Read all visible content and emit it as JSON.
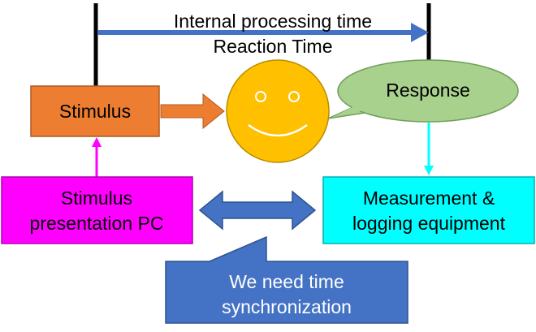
{
  "diagram": {
    "internal_processing_label": "Internal processing time",
    "reaction_time_label": "Reaction Time",
    "stimulus_label": "Stimulus",
    "response_label": "Response",
    "stimulus_pc_label_line1": "Stimulus",
    "stimulus_pc_label_line2": "presentation PC",
    "measurement_label_line1": "Measurement &",
    "measurement_label_line2": "logging equipment",
    "callout_line1": "We need time",
    "callout_line2": "synchronization",
    "icons": {
      "face": "smiley-face-icon",
      "response_bubble": "speech-bubble-icon",
      "callout": "callout-box-icon"
    }
  },
  "colors": {
    "timeline_arrow": "#4472c4",
    "stimulus_box": "#ed7d31",
    "face": "#ffc000",
    "response_bubble": "#a9d18e",
    "stimulus_pc_box": "#ff00ff",
    "measurement_box": "#00ffff",
    "sync_arrow": "#4472c4",
    "callout_box": "#4472c4",
    "text_dark": "#000000",
    "text_light": "#ffffff"
  }
}
